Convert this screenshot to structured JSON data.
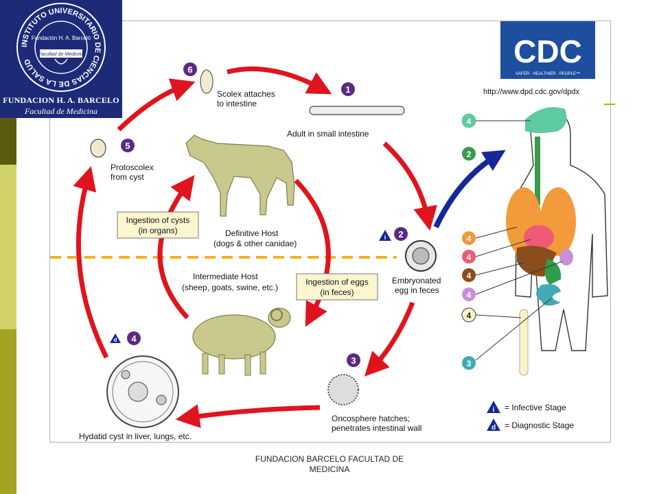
{
  "logo": {
    "ring_text": "INSTITUTO UNIVERSITARIO DE CIENCIAS DE LA SALUD",
    "inner_text": "Fundación H. A. Barceló",
    "badge_text": "Facultad de Medicina",
    "caption_line1": "FUNDACION H. A. BARCELO",
    "caption_line2": "Facultad de Medicina"
  },
  "cdc": {
    "logo_text": "CDC",
    "tagline": "SAFER · HEALTHIER · PEOPLE™",
    "url": "http://www.dpd.cdc.gov/dpdx"
  },
  "stages": {
    "s6": {
      "num": "6",
      "line1": "Scolex attaches",
      "line2": "to intestine"
    },
    "s1": {
      "num": "1",
      "line1": "Adult in small intestine"
    },
    "s5": {
      "num": "5",
      "line1": "Protoscolex",
      "line2": "from cyst"
    },
    "s2": {
      "num": "2",
      "line1": "Embryonated",
      "line2": "egg in feces"
    },
    "s3": {
      "num": "3",
      "line1": "Oncosphere hatches;",
      "line2": "penetrates intestinal wall"
    },
    "s4": {
      "num": "4",
      "line1": "Hydatid cyst in liver, lungs, etc."
    }
  },
  "hosts": {
    "definitive_line1": "Definitive Host",
    "definitive_line2": "(dogs & other canidae)",
    "intermediate_line1": "Intermediate Host",
    "intermediate_line2": "(sheep, goats, swine, etc.)"
  },
  "boxes": {
    "cysts_line1": "Ingestion of cysts",
    "cysts_line2": "(in organs)",
    "eggs_line1": "Ingestion of eggs",
    "eggs_line2": "(in feces)"
  },
  "body_markers": [
    "4",
    "2",
    "4",
    "4",
    "4",
    "4",
    "4",
    "3"
  ],
  "legend": {
    "i_letter": "i",
    "d_letter": "d",
    "infective": "= Infective Stage",
    "diagnostic": "= Diagnostic Stage"
  },
  "footer": {
    "line1": "FUNDACION BARCELO FACULTAD DE",
    "line2": "MEDICINA"
  },
  "colors": {
    "arrow_red": "#e0141e",
    "arrow_blue": "#16279a",
    "stage_badge": "#5a2a84",
    "dashed_line": "#f2b31a",
    "box_fill": "#fbf5d0",
    "animal_fill": "#c9c98e",
    "sidebar_olive": "#a6a628"
  }
}
